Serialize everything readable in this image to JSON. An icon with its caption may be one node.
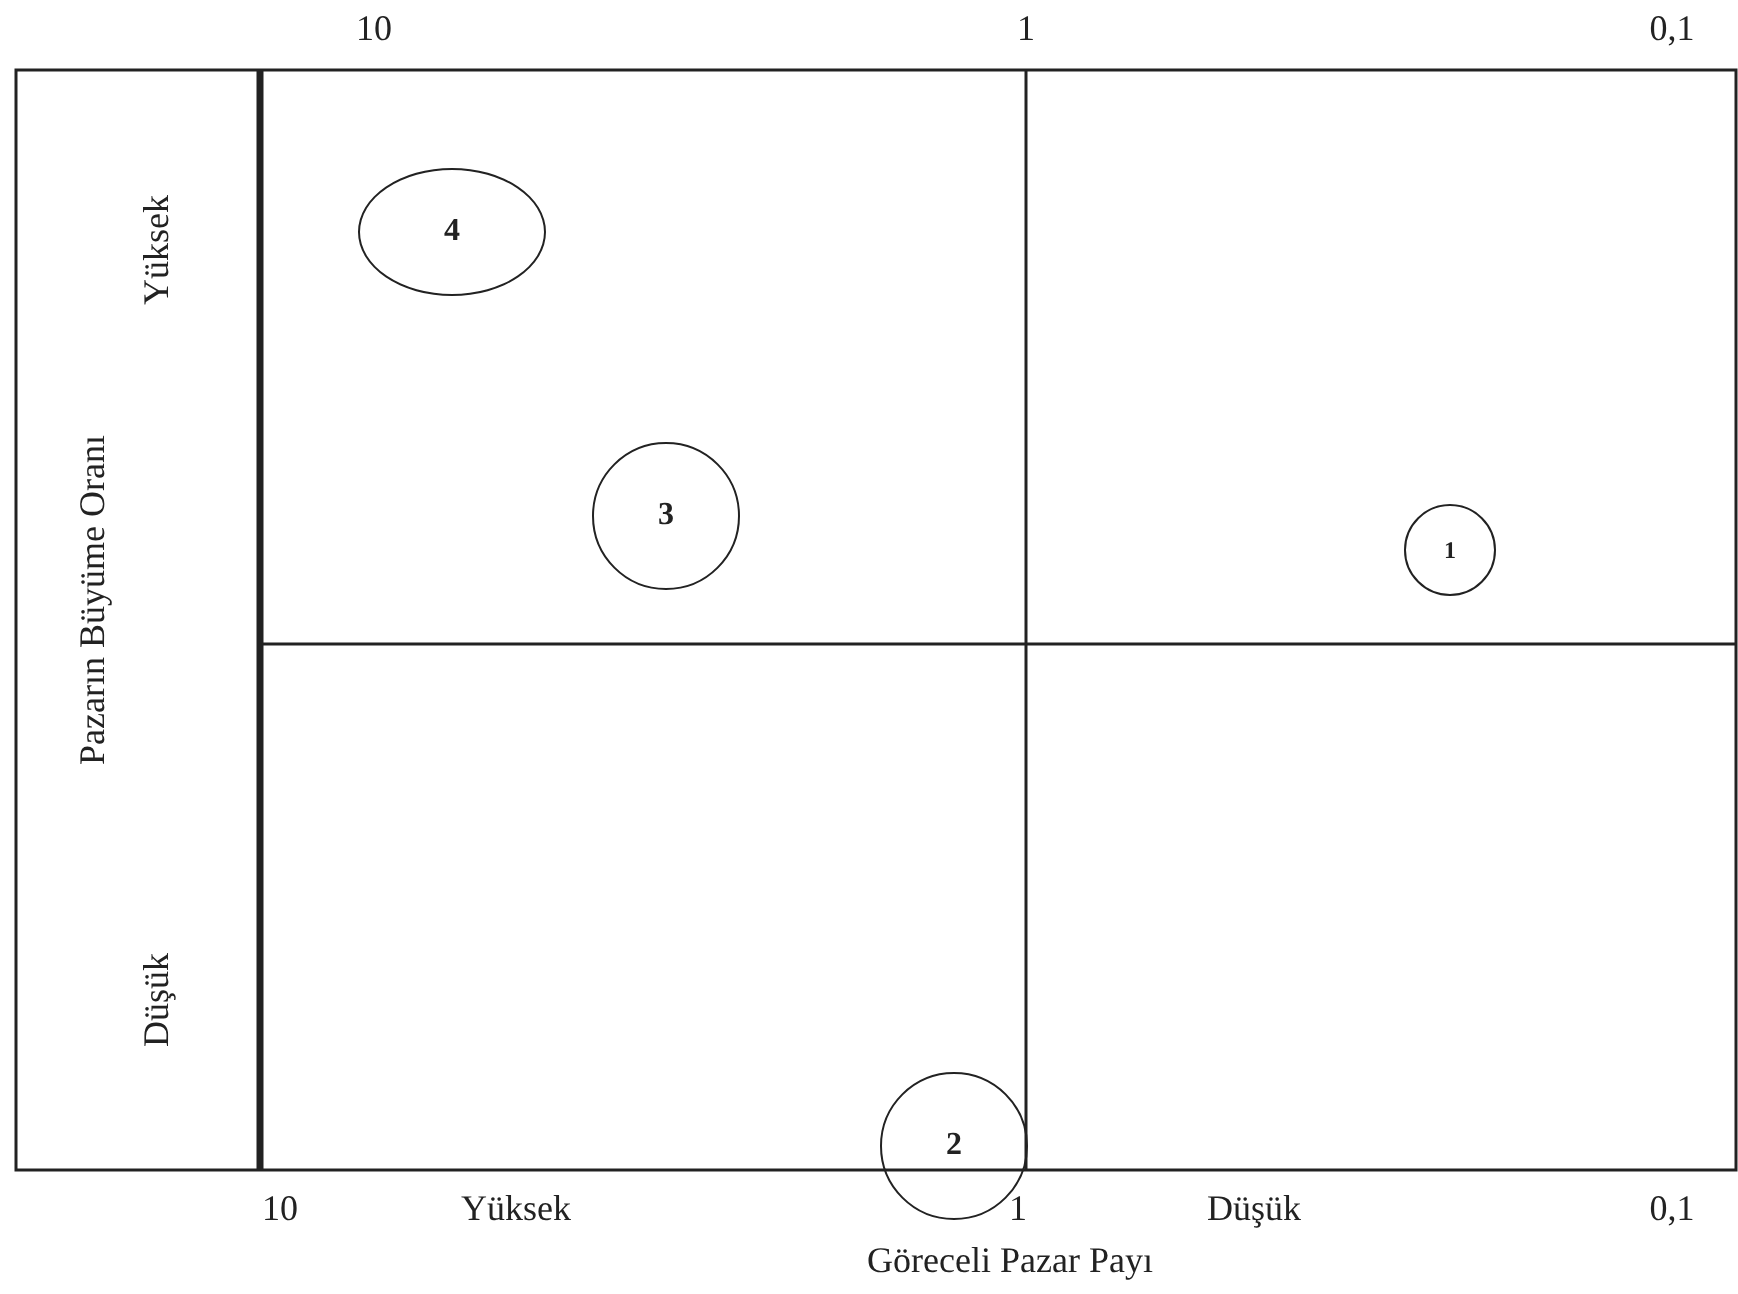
{
  "diagram": {
    "nodes": [
      {
        "text": [
          "4"
        ]
      },
      {
        "text": [
          "3"
        ]
      },
      {
        "text": [
          "1"
        ]
      },
      {
        "text": [
          "2"
        ]
      }
    ],
    "labels": [
      "10",
      "1",
      "0,1",
      "Pazarın Büyüme Oranı",
      "Yüksek",
      "Düşük",
      "10",
      "Yüksek",
      "1",
      "Düşük",
      "0,1",
      "Göreceli Pazar Payı"
    ]
  }
}
